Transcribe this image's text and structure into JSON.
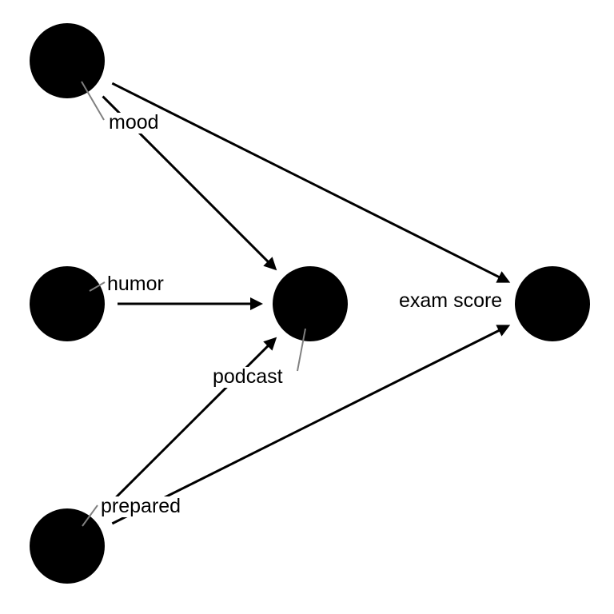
{
  "diagram": {
    "type": "dag",
    "colors": {
      "node": "#000000",
      "edge": "#000000",
      "label_leader": "#808080",
      "background": "#ffffff"
    },
    "nodes": [
      {
        "id": "mood",
        "label": "mood"
      },
      {
        "id": "humor",
        "label": "humor"
      },
      {
        "id": "podcast",
        "label": "podcast"
      },
      {
        "id": "exam",
        "label": "exam score"
      },
      {
        "id": "prepared",
        "label": "prepared"
      }
    ],
    "edges": [
      {
        "from": "mood",
        "to": "podcast"
      },
      {
        "from": "mood",
        "to": "exam"
      },
      {
        "from": "humor",
        "to": "podcast"
      },
      {
        "from": "prepared",
        "to": "podcast"
      },
      {
        "from": "prepared",
        "to": "exam"
      }
    ]
  }
}
